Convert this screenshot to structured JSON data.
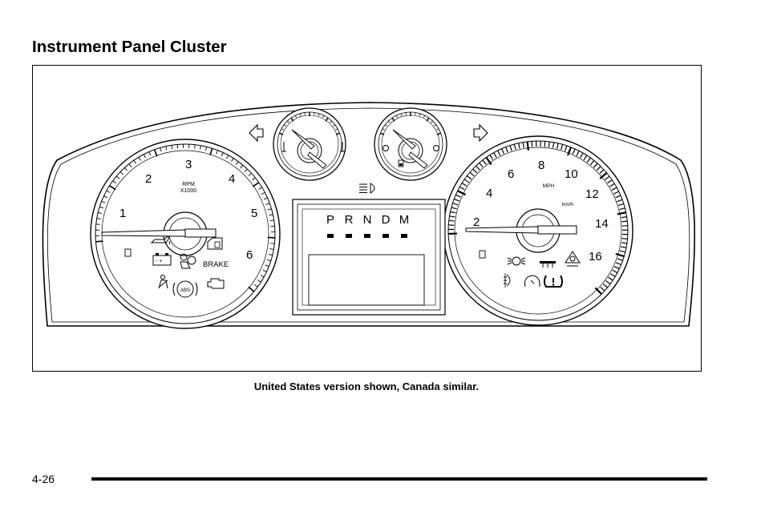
{
  "heading": "Instrument Panel Cluster",
  "caption": "United States version shown, Canada similar.",
  "page_number": "4-26",
  "tachometer": {
    "numbers": [
      "1",
      "2",
      "3",
      "4",
      "5",
      "6"
    ],
    "unit_top": "RPM",
    "unit_bottom": "X1000",
    "brake_label": "BRAKE",
    "abs_label": "ABS"
  },
  "speedometer": {
    "numbers": [
      "2",
      "4",
      "6",
      "8",
      "10",
      "12",
      "14",
      "16"
    ],
    "unit_top": "MPH",
    "unit_bottom": "km/h"
  },
  "shift_indicator": {
    "gears": [
      "P",
      "R",
      "N",
      "D",
      "M"
    ]
  },
  "icons": {
    "turn_left": "turn-signal-left-icon",
    "turn_right": "turn-signal-right-icon",
    "headlamp": "headlamp-icon",
    "oil": "oil-pressure-icon",
    "battery": "battery-icon",
    "airbag": "airbag-icon",
    "seatbelt": "seatbelt-icon",
    "engine": "check-engine-icon",
    "tire_pressure": "tire-pressure-icon",
    "traction": "traction-control-icon"
  }
}
